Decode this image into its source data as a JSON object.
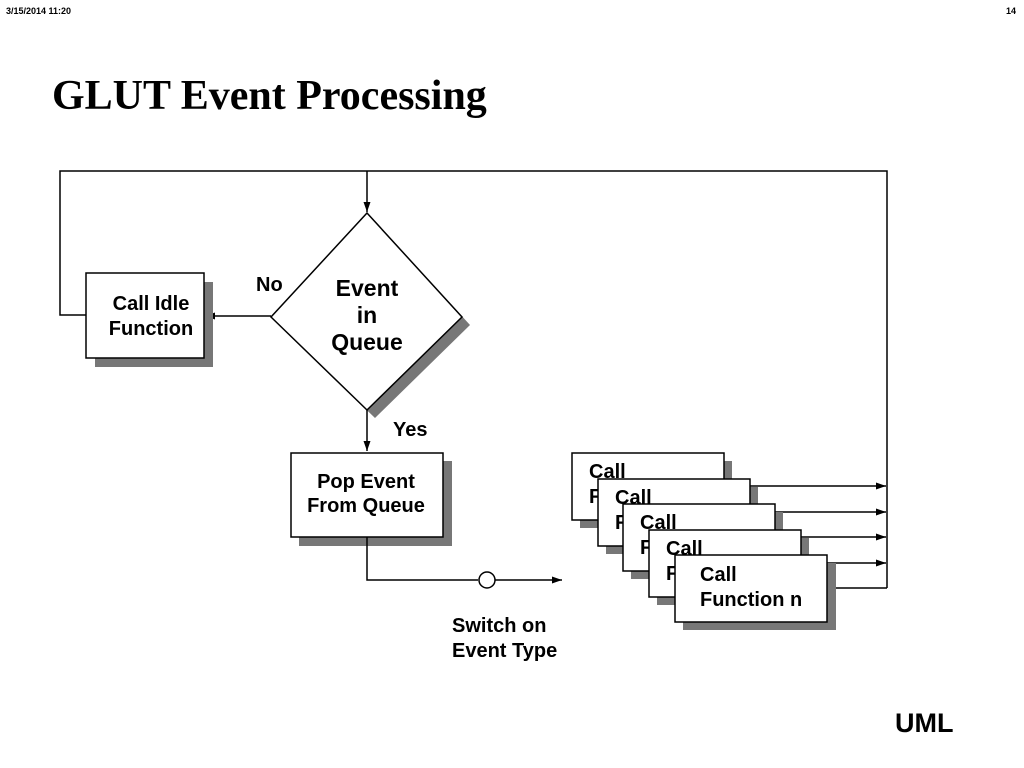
{
  "header": {
    "date": "3/15/2014  11:20",
    "page": "14"
  },
  "title": "GLUT Event Processing",
  "footer": "UML",
  "diagram": {
    "decision": {
      "line1": "Event",
      "line2": "in",
      "line3": "Queue"
    },
    "no_label": "No",
    "yes_label": "Yes",
    "idle_box": {
      "line1": "Call Idle",
      "line2": "Function"
    },
    "pop_box": {
      "line1": "Pop Event",
      "line2": "From Queue"
    },
    "switch_label": {
      "line1": "Switch on",
      "line2": "Event Type"
    },
    "call_boxes": [
      {
        "line1": "Call",
        "line2": "F"
      },
      {
        "line1": "Call",
        "line2": "F"
      },
      {
        "line1": "Call",
        "line2": "F"
      },
      {
        "line1": "Call",
        "line2": "F"
      },
      {
        "line1": "Call",
        "line2": "Function n"
      }
    ]
  },
  "colors": {
    "line": "#000000",
    "shadow": "#777777",
    "box_fill": "#ffffff"
  }
}
